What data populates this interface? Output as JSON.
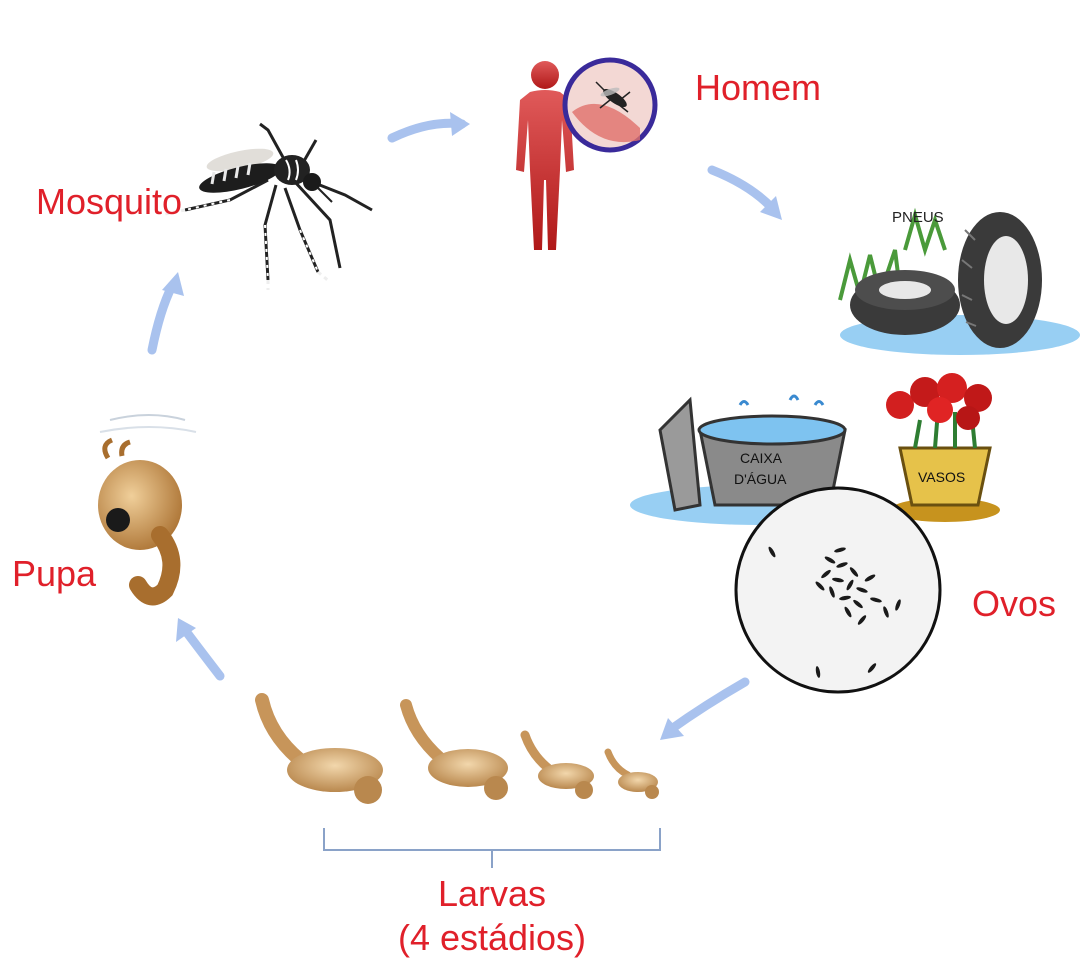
{
  "stages": {
    "mosquito": "Mosquito",
    "homem": "Homem",
    "ovos": "Ovos",
    "larvas": "Larvas",
    "larvas_sub": "(4 estádios)",
    "pupa": "Pupa"
  },
  "containers": {
    "pneus": "PNEUS",
    "caixa_line1": "CAIXA",
    "caixa_line2": "D'ÁGUA",
    "vasos": "VASOS"
  },
  "colors": {
    "label": "#e0202a",
    "arrow": "#a9c2ee",
    "human": "#d42a2a",
    "circle": "#3a2a9a",
    "water": "#7ec3f0",
    "larva": "#c7955a"
  }
}
